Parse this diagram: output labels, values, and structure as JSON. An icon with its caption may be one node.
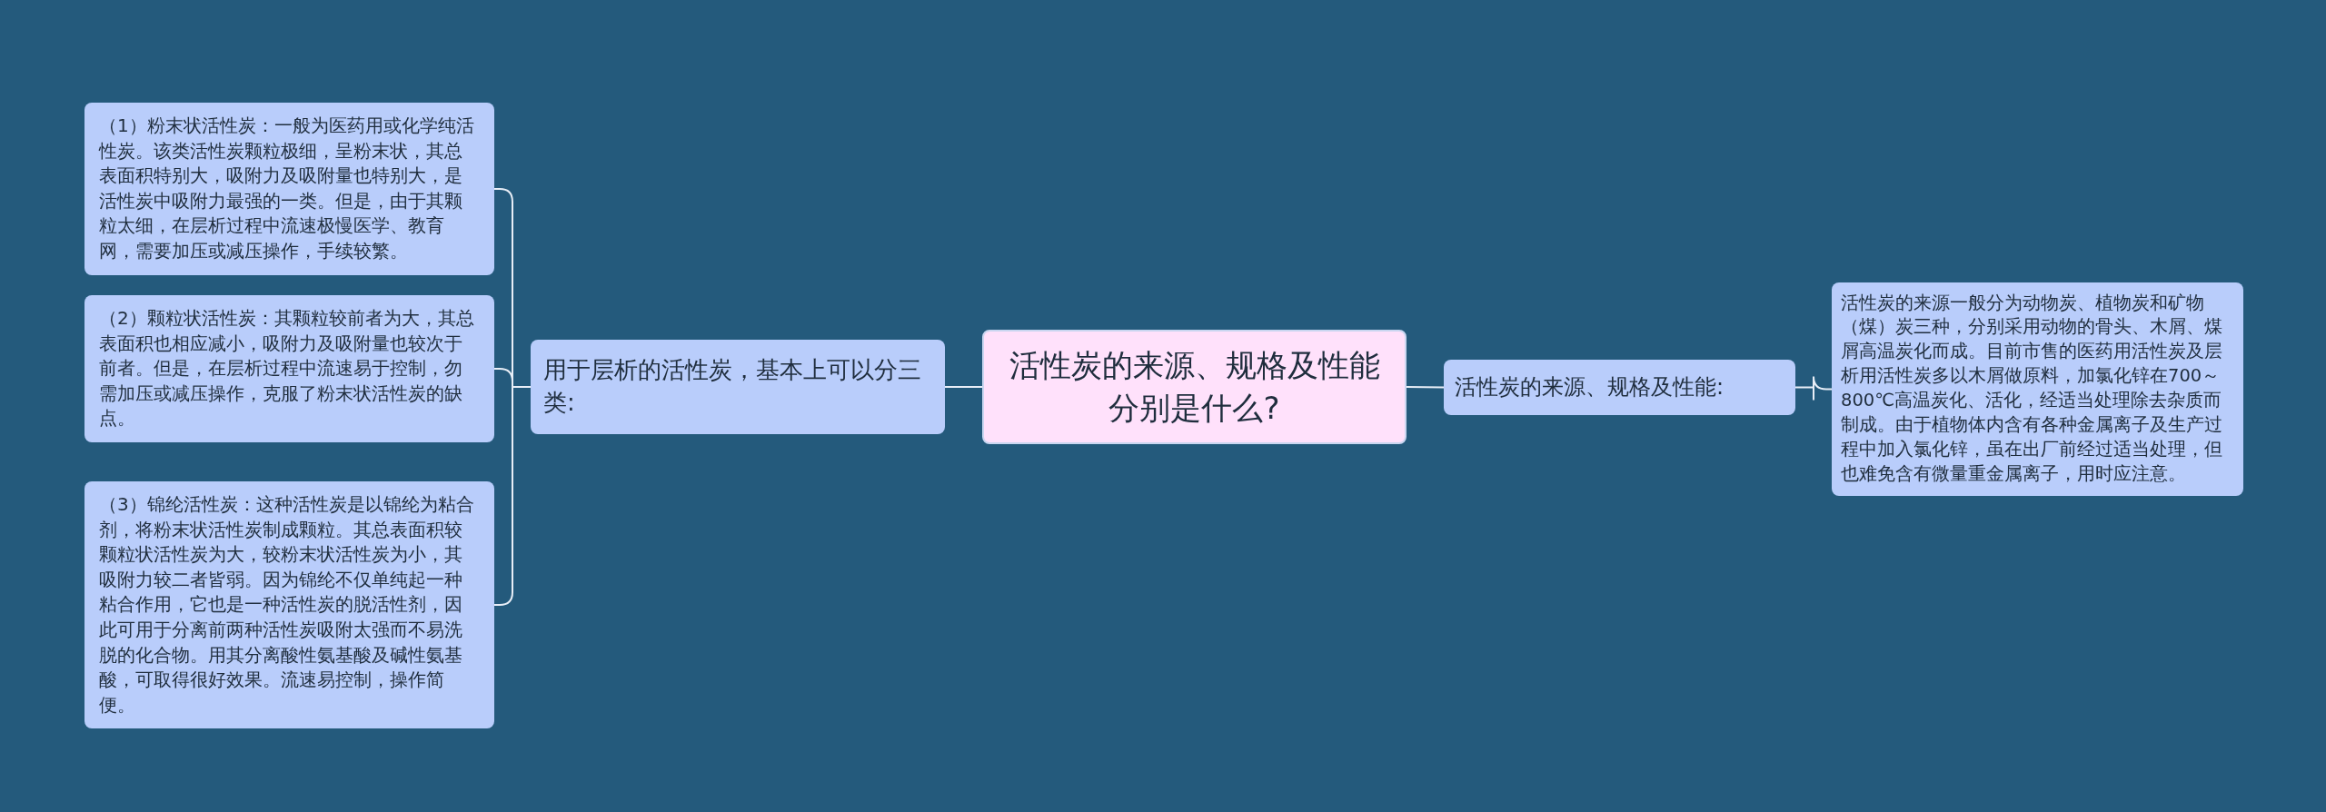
{
  "diagram": {
    "nodes": [
      {
        "text": [
          "活性炭的来源、规格及性能分别是什么?"
        ]
      },
      {
        "text": [
          "用于层析的活性炭，基本上可以分三类:"
        ]
      },
      {
        "text": [
          "（1）粉末状活性炭：一般为医药用或化学纯活性炭。该类活性炭颗粒极细，呈粉末状，其总表面积特别大，吸附力及吸附量也特别大，是活性炭中吸附力最强的一类。但是，由于其颗粒太细，在层析过程中流速极慢医学、教育网，需要加压或减压操作，手续较繁。"
        ]
      },
      {
        "text": [
          "（2）颗粒状活性炭：其颗粒较前者为大，其总表面积也相应减小，吸附力及吸附量也较次于前者。但是，在层析过程中流速易于控制，勿需加压或减压操作，克服了粉末状活性炭的缺点。"
        ]
      },
      {
        "text": [
          "（3）锦纶活性炭：这种活性炭是以锦纶为粘合剂，将粉末状活性炭制成颗粒。其总表面积较颗粒状活性炭为大，较粉末状活性炭为小，其吸附力较二者皆弱。因为锦纶不仅单纯起一种粘合作用，它也是一种活性炭的脱活性剂，因此可用于分离前两种活性炭吸附太强而不易洗脱的化合物。用其分离酸性氨基酸及碱性氨基酸，可取得很好效果。流速易控制，操作简便。"
        ]
      },
      {
        "text": [
          "活性炭的来源、规格及性能:"
        ]
      },
      {
        "text": [
          "活性炭的来源一般分为动物炭、植物炭和矿物（煤）炭三种，分别采用动物的骨头、木屑、煤屑高温炭化而成。目前市售的医药用活性炭及层析用活性炭多以木屑做原料，加氯化锌在700～800℃高温炭化、活化，经适当处理除去杂质而制成。由于植物体内含有各种金属离子及生产过程中加入氯化锌，虽在出厂前经过适当处理，但也难免含有微量重金属离子，用时应注意。"
        ]
      }
    ],
    "edges": [
      {
        "from": 0,
        "to": 1,
        "arrow": "none"
      },
      {
        "from": 1,
        "to": 2,
        "arrow": "none"
      },
      {
        "from": 1,
        "to": 3,
        "arrow": "none"
      },
      {
        "from": 1,
        "to": 4,
        "arrow": "none"
      },
      {
        "from": 0,
        "to": 5,
        "arrow": "none"
      },
      {
        "from": 5,
        "to": 6,
        "arrow": "none"
      }
    ]
  }
}
